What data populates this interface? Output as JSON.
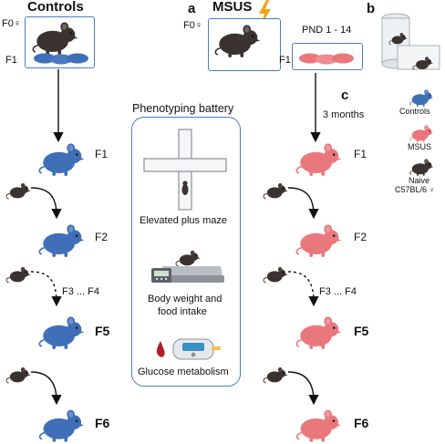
{
  "panel_letters": {
    "a": "a",
    "b": "b",
    "c": "c"
  },
  "controls": {
    "title": "Controls",
    "f0_label": "F0♀",
    "f1_label": "F1"
  },
  "msus": {
    "title": "MSUS",
    "f0_label": "F0♀",
    "f1_label": "F1",
    "pnd_label": "PND 1 - 14",
    "age_label": "3 months"
  },
  "generations": {
    "f1": "F1",
    "f2": "F2",
    "f3_f4": "F3 ... F4",
    "f5": "F5",
    "f6": "F6"
  },
  "phenotyping": {
    "title": "Phenotyping battery",
    "tests": [
      "Elevated plus maze",
      "Body weight and",
      "food intake",
      "Glucose metabolism"
    ]
  },
  "legend": {
    "items": [
      {
        "label": "Controls",
        "color": "#3f6fb7"
      },
      {
        "label": "MSUS",
        "color": "#e9787d"
      },
      {
        "label": "Naive",
        "color": "#3b3330"
      },
      {
        "label": "C57BL/6 ♀",
        "color": "#3b3330"
      }
    ]
  },
  "colors": {
    "control_mouse": "#3f6fb7",
    "msus_mouse": "#e9787d",
    "naive_mouse": "#3b3330",
    "frame": "#4a7cc4",
    "lightning": "#f2a21b"
  }
}
